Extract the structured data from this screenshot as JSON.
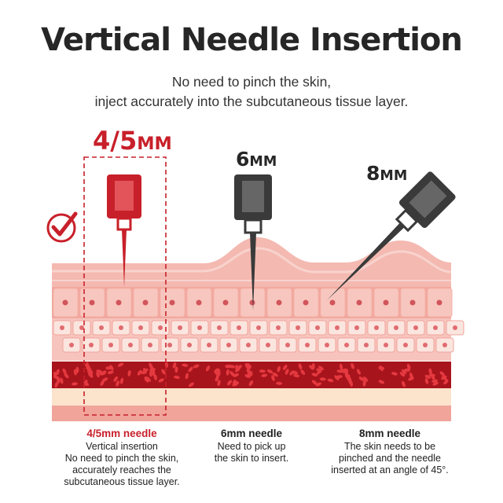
{
  "header": {
    "title": "Vertical Needle Insertion",
    "subtitle_line1": "No need to pinch the skin,",
    "subtitle_line2": "inject accurately into the subcutaneous tissue layer."
  },
  "needles": [
    {
      "label_main": "4/5",
      "label_unit": "MM",
      "caption_title": "4/5mm needle",
      "caption_body": "Vertical insertion\nNo need to pinch the skin,\naccurately reaches the\nsubcutaneous tissue layer.",
      "angle": "vertical",
      "recommended": true
    },
    {
      "label_main": "6",
      "label_unit": "MM",
      "caption_title": "6mm needle",
      "caption_body": "Need to pick up\nthe skin to insert.",
      "angle": "vertical",
      "recommended": false
    },
    {
      "label_main": "8",
      "label_unit": "MM",
      "caption_title": "8mm needle",
      "caption_body": "The skin needs to be\npinched and the needle\ninserted at an angle of 45°.",
      "angle": "45°",
      "recommended": false
    }
  ],
  "colors": {
    "accent_red": "#c8202a",
    "needle_dark": "#3a3a3a",
    "skin_pink": "#f3b2aa",
    "cell_fill": "#fde8e2",
    "blood_layer": "#a8141c",
    "fat_layer": "#fbe3cc"
  },
  "icons": {
    "check": "check-circle-icon"
  }
}
